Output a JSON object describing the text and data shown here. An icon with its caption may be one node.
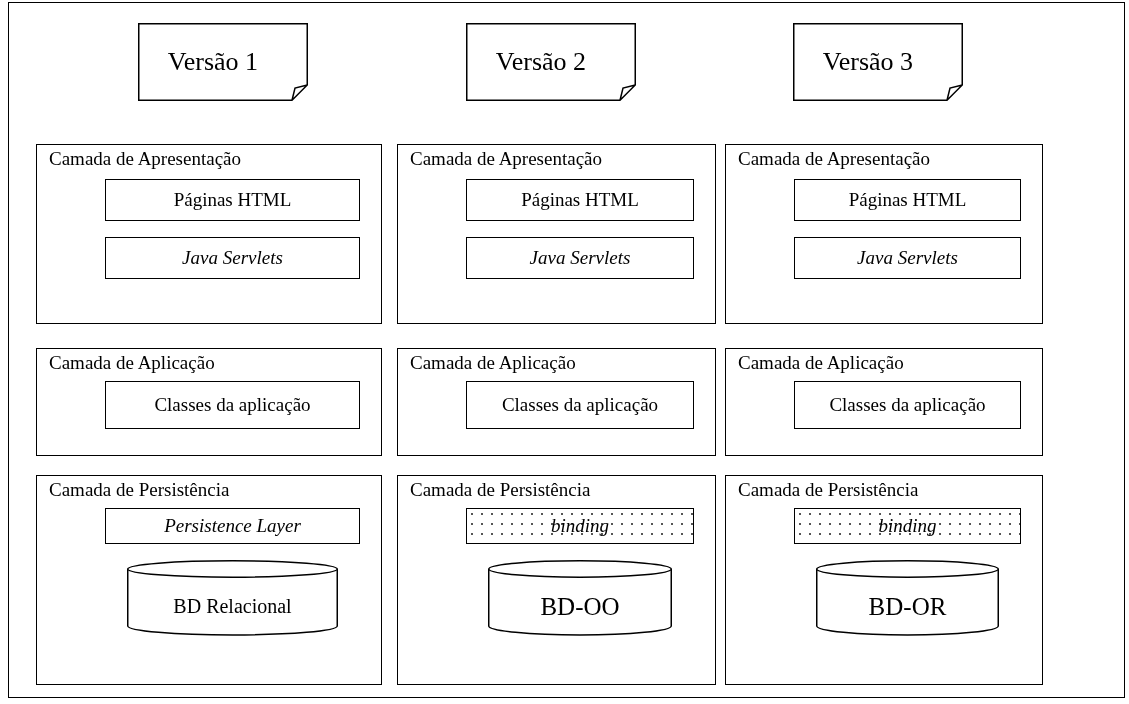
{
  "diagram": {
    "nodes": [
      {
        "text": [
          "Versão 1"
        ]
      },
      {
        "text": [
          "Versão 2"
        ]
      },
      {
        "text": [
          "Versão 3"
        ]
      },
      {
        "text": [
          "Camada de Apresentação"
        ]
      },
      {
        "text": [
          "Páginas HTML"
        ],
        "in": 3
      },
      {
        "text": [
          "Java Servlets"
        ],
        "in": 3
      },
      {
        "text": [
          "Camada de Apresentação"
        ]
      },
      {
        "text": [
          "Páginas HTML"
        ],
        "in": 6
      },
      {
        "text": [
          "Java Servlets"
        ],
        "in": 6
      },
      {
        "text": [
          "Camada de Apresentação"
        ]
      },
      {
        "text": [
          "Páginas HTML"
        ],
        "in": 9
      },
      {
        "text": [
          "Java Servlets"
        ],
        "in": 9
      },
      {
        "text": [
          "Camada de Aplicação"
        ]
      },
      {
        "text": [
          "Classes da aplicação"
        ],
        "in": 12
      },
      {
        "text": [
          "Camada de Aplicação"
        ]
      },
      {
        "text": [
          "Classes da aplicação"
        ],
        "in": 14
      },
      {
        "text": [
          "Camada de Aplicação"
        ]
      },
      {
        "text": [
          "Classes da aplicação"
        ],
        "in": 16
      },
      {
        "text": [
          "Camada de Persistência"
        ]
      },
      {
        "text": [
          "Persistence Layer"
        ],
        "in": 18
      },
      {
        "text": [
          "BD Relacional"
        ],
        "in": 18
      },
      {
        "text": [
          "Camada de Persistência"
        ]
      },
      {
        "text": [
          "binding"
        ],
        "in": 21
      },
      {
        "text": [
          "BD-OO"
        ],
        "in": 21
      },
      {
        "text": [
          "Camada de Persistência"
        ]
      },
      {
        "text": [
          "binding"
        ],
        "in": 24
      },
      {
        "text": [
          "BD-OR"
        ],
        "in": 24
      }
    ],
    "edges": []
  }
}
